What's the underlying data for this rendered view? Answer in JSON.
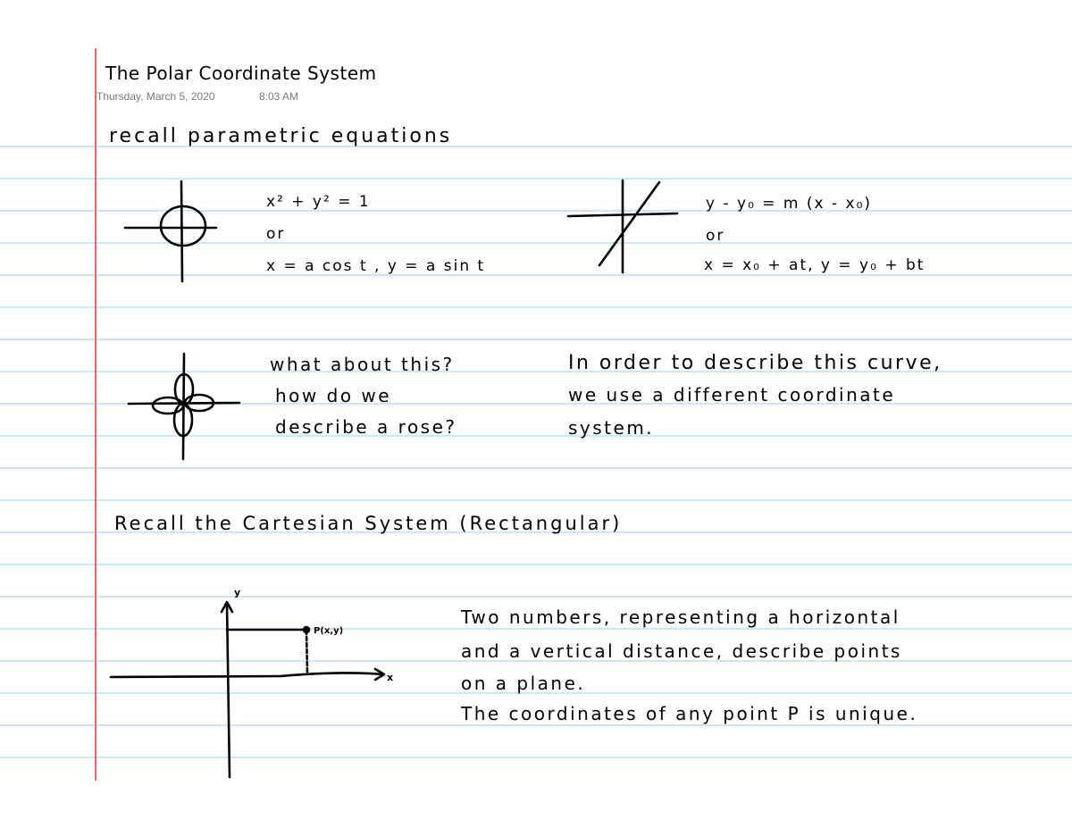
{
  "page": {
    "title": "The Polar Coordinate System",
    "date": "Thursday, March 5, 2020",
    "time": "8:03 AM",
    "colors": {
      "rule_line": "#cfe6f7",
      "margin_line": "#f06464",
      "ink": "#000000",
      "meta_text": "#7a7a7a"
    }
  },
  "section1": {
    "heading": "recall parametric equations",
    "circle": {
      "icon": "circle-on-axes-sketch",
      "lines": [
        "x² + y² = 1",
        "or",
        "x = a cos t , y = a sin t"
      ]
    },
    "line": {
      "icon": "line-on-axes-sketch",
      "lines": [
        "y - y₀ = m (x - x₀)",
        "or",
        "x = x₀ + at, y = y₀ + bt"
      ]
    },
    "rose": {
      "icon": "four-petal-rose-sketch",
      "lines": [
        "what about this?",
        "how do we",
        "describe a rose?"
      ]
    },
    "explanation": {
      "lines": [
        "In order to describe this curve,",
        "we use a different coordinate",
        "system."
      ]
    }
  },
  "section2": {
    "heading": "Recall the Cartesian System (Rectangular)",
    "diagram": {
      "icon": "cartesian-axes-sketch",
      "y_label": "y",
      "x_label": "x",
      "point_label": "P(x,y)"
    },
    "notes": [
      "Two numbers, representing a horizontal",
      "and a vertical distance, describe points",
      "on a plane.",
      "The coordinates of any point P is unique."
    ]
  }
}
